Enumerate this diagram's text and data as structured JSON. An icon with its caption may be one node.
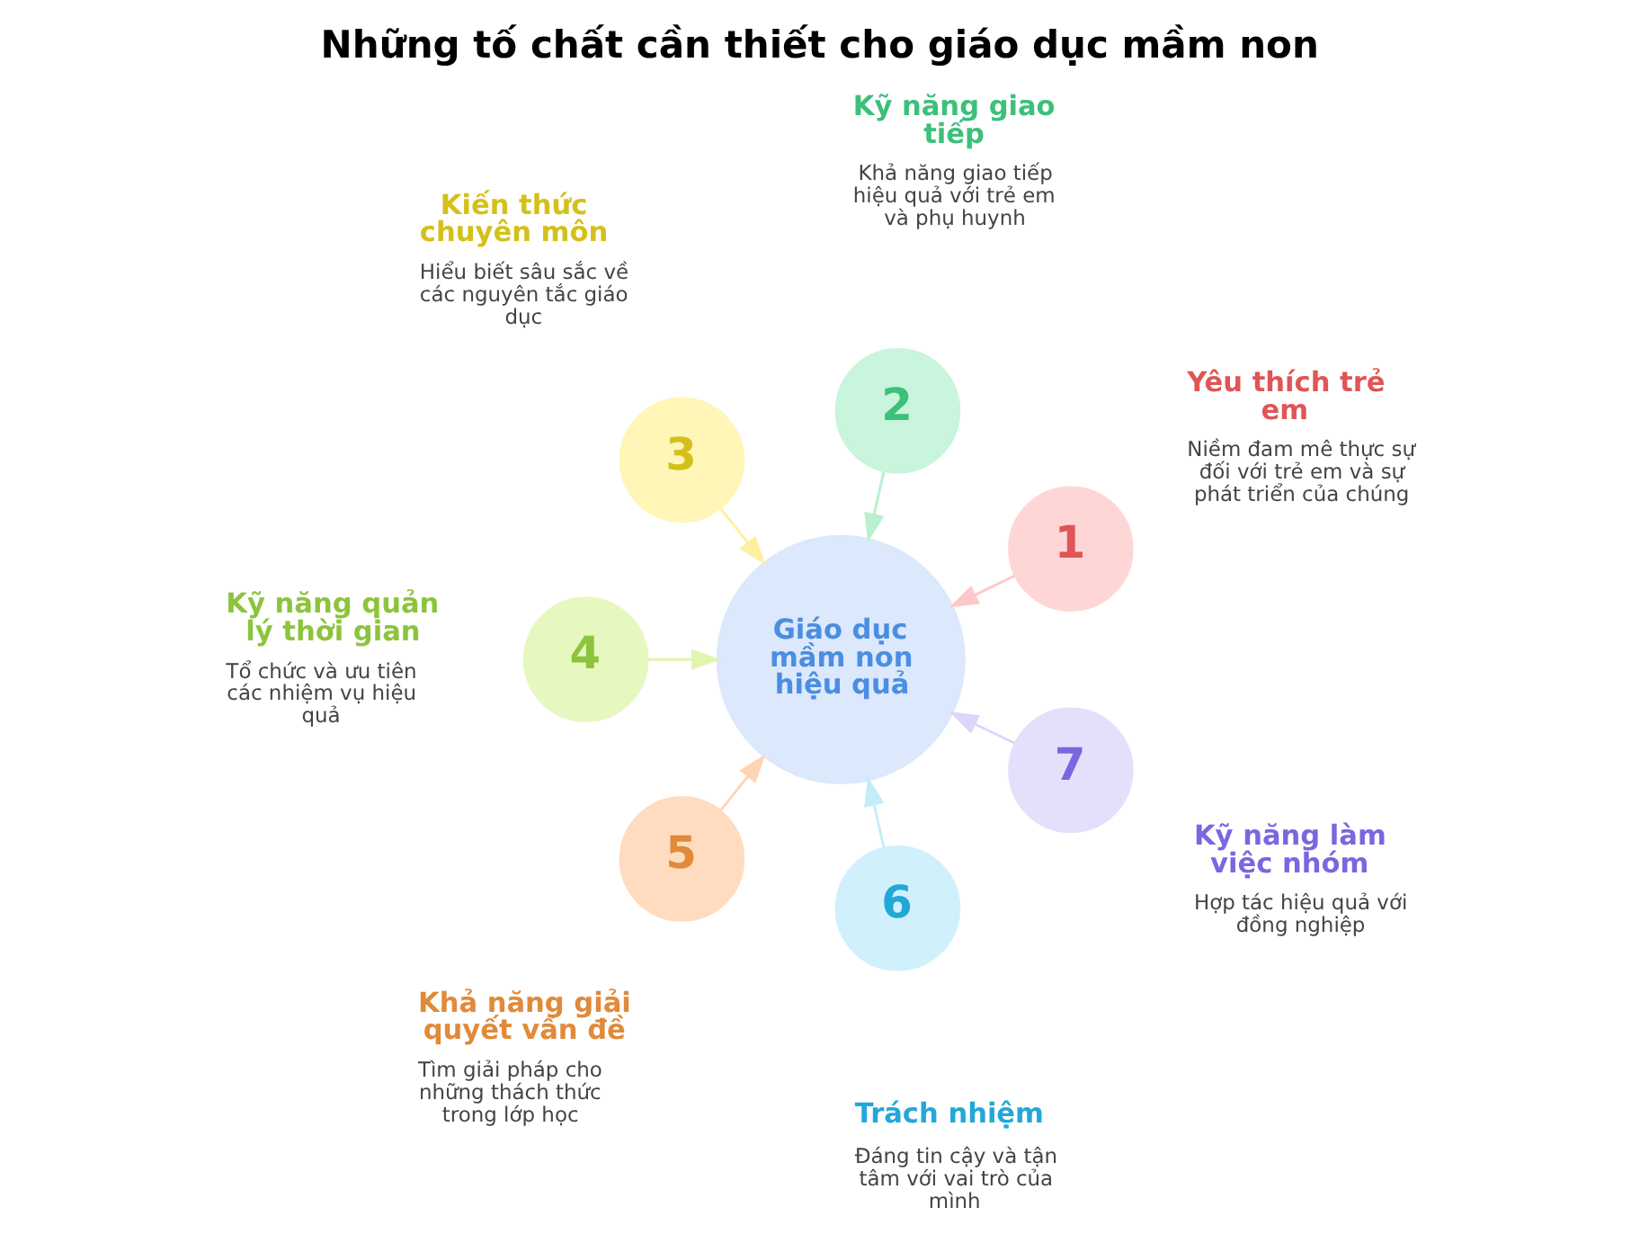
{
  "diagram": {
    "title": "Những tố chất cần thiết cho giáo dục mầm non",
    "nodes": [
      {
        "text": [
          "Giáo dục mầm non hiệu quả"
        ]
      },
      {
        "text": [
          "1"
        ],
        "beside": [
          "Yêu thích trẻ em",
          "Niềm đam mê thực sự đối với trẻ em và sự phát triển của chúng"
        ]
      },
      {
        "text": [
          "2"
        ],
        "beside": [
          "Kỹ năng giao tiếp",
          "Khả năng giao tiếp hiệu quả với trẻ em và phụ huynh"
        ]
      },
      {
        "text": [
          "3"
        ],
        "beside": [
          "Kiến thức chuyên môn",
          "Hiểu biết sâu sắc về các nguyên tắc giáo dục"
        ]
      },
      {
        "text": [
          "4"
        ],
        "beside": [
          "Kỹ năng quản lý thời gian",
          "Tổ chức và ưu tiên các nhiệm vụ hiệu quả"
        ]
      },
      {
        "text": [
          "5"
        ],
        "beside": [
          "Khả năng giải quyết vấn đề",
          "Tìm giải pháp cho những thách thức trong lớp học"
        ]
      },
      {
        "text": [
          "6"
        ],
        "beside": [
          "Trách nhiệm",
          "Đáng tin cậy và tận tâm với vai trò của mình"
        ]
      },
      {
        "text": [
          "7"
        ],
        "beside": [
          "Kỹ năng làm việc nhóm",
          "Hợp tác hiệu quả với đồng nghiệp"
        ]
      }
    ],
    "edges": [
      {
        "from": 1,
        "to": 0,
        "arrow": "to",
        "color": "#ffc8c8"
      },
      {
        "from": 2,
        "to": 0,
        "arrow": "to",
        "color": "#b8f0d0"
      },
      {
        "from": 3,
        "to": 0,
        "arrow": "to",
        "color": "#fff0a0"
      },
      {
        "from": 4,
        "to": 0,
        "arrow": "to",
        "color": "#e0f5b0"
      },
      {
        "from": 5,
        "to": 0,
        "arrow": "to",
        "color": "#ffd4b4"
      },
      {
        "from": 6,
        "to": 0,
        "arrow": "to",
        "color": "#c4ecfa"
      },
      {
        "from": 7,
        "to": 0,
        "arrow": "to",
        "color": "#dcd6fa"
      }
    ]
  }
}
